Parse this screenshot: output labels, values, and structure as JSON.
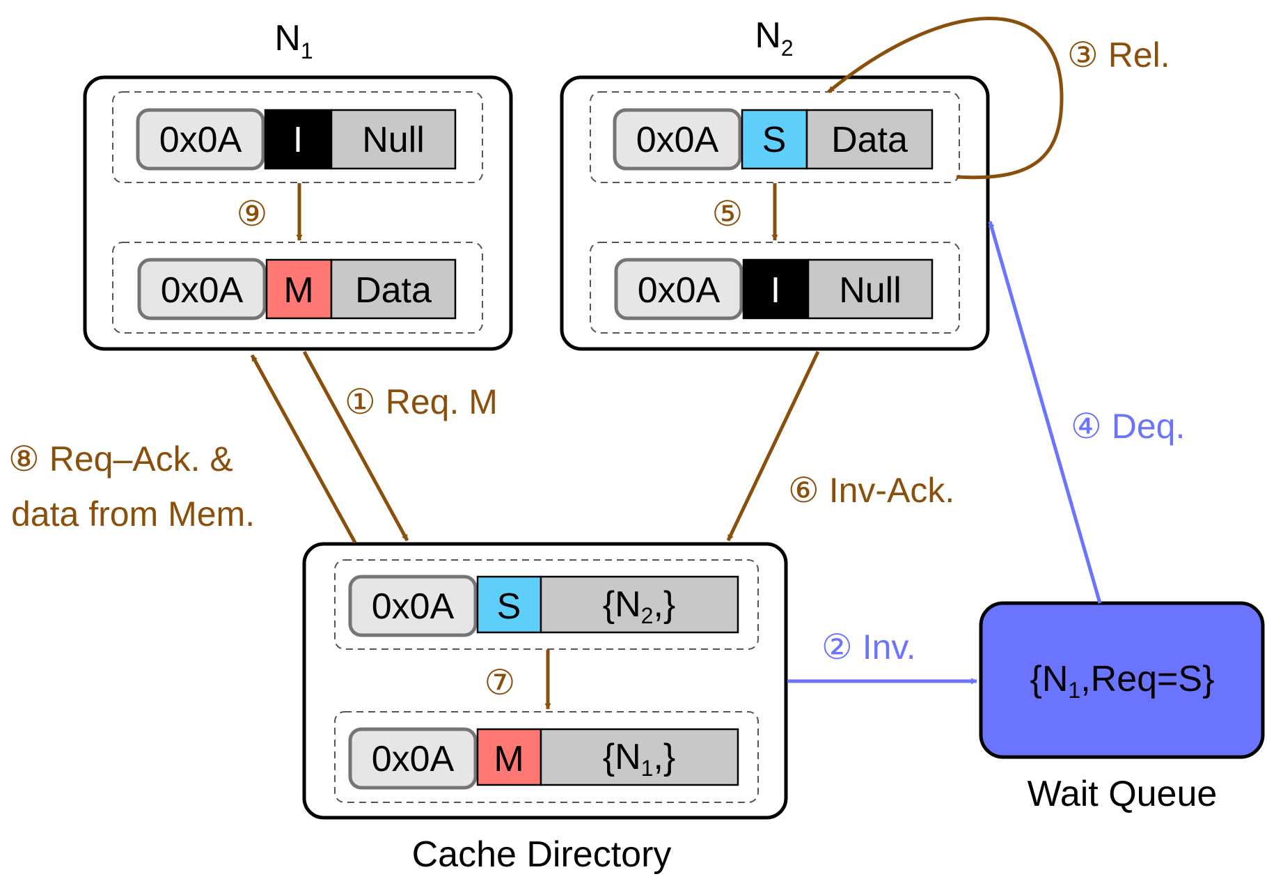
{
  "nodes": {
    "n1": {
      "title": "N",
      "title_sub": "1",
      "top": {
        "addr": "0x0A",
        "state": "I",
        "data": "Null"
      },
      "bottom": {
        "addr": "0x0A",
        "state": "M",
        "data": "Data"
      }
    },
    "n2": {
      "title": "N",
      "title_sub": "2",
      "top": {
        "addr": "0x0A",
        "state": "S",
        "data": "Data"
      },
      "bottom": {
        "addr": "0x0A",
        "state": "I",
        "data": "Null"
      }
    }
  },
  "directory": {
    "caption": "Cache Directory",
    "top": {
      "addr": "0x0A",
      "state": "S",
      "sharers_open": "{N",
      "sharers_sub": "2",
      "sharers_close": ",}"
    },
    "bottom": {
      "addr": "0x0A",
      "state": "M",
      "sharers_open": "{N",
      "sharers_sub": "1",
      "sharers_close": ",}"
    }
  },
  "wait_queue": {
    "caption": "Wait Queue",
    "entry_open": "{N",
    "entry_sub": "1",
    "entry_close": ",Req=S}"
  },
  "steps": {
    "s1": "① Req. M",
    "s2": "② Inv.",
    "s3": "③ Rel.",
    "s4": "④ Deq.",
    "s5": "⑤",
    "s6": "⑥ Inv-Ack.",
    "s7": "⑦",
    "s8_line1": "⑧ Req–Ack. &",
    "s8_line2": "data from Mem.",
    "s9": "⑨"
  },
  "colors": {
    "state_I": "#000000",
    "state_M": "#ff7873",
    "state_S": "#5ecffb",
    "data_cell": "#c8c8c8",
    "addr_cell": "#e6e6e6",
    "arrow_brown": "#8a4f0a",
    "arrow_blue": "#6b74ff",
    "queue_fill": "#6b74ff"
  }
}
